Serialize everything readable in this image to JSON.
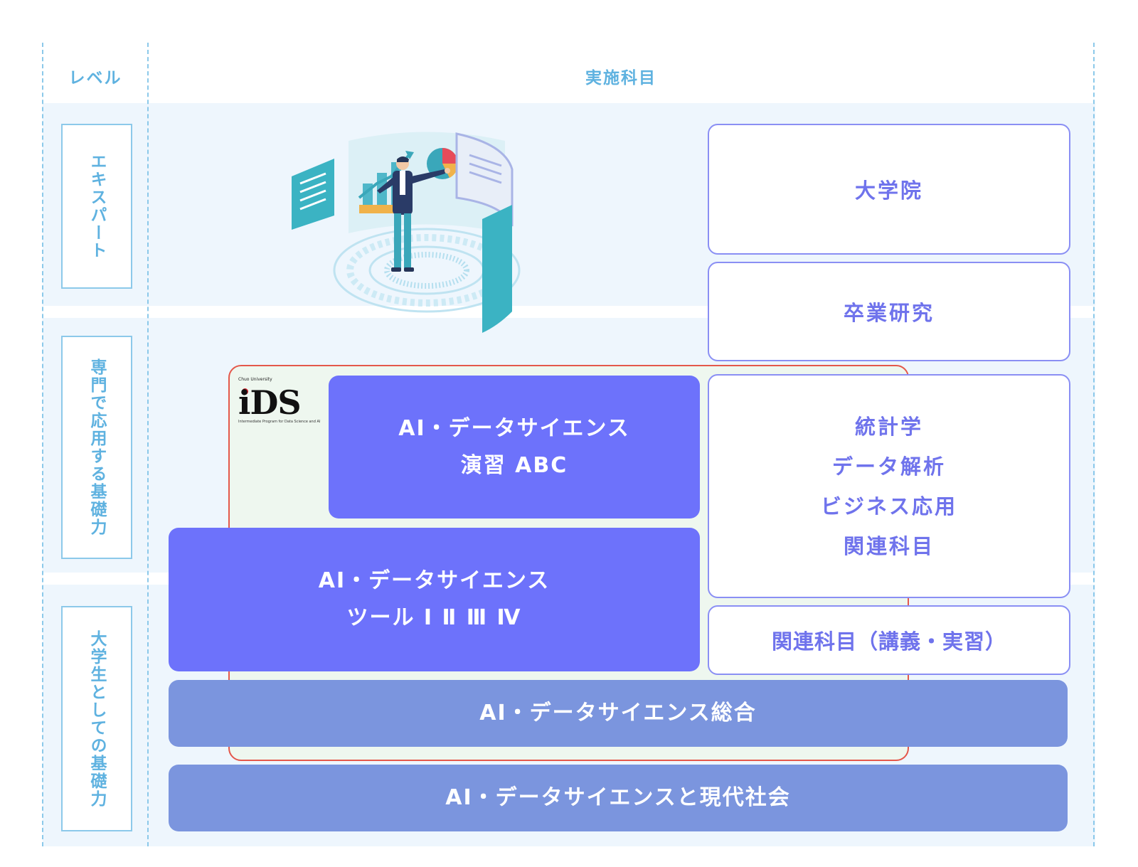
{
  "header": {
    "level_label": "レベル",
    "courses_label": "実施科目"
  },
  "levels": [
    {
      "label": "エキスパート"
    },
    {
      "label": "専門で応用する基礎力"
    },
    {
      "label": "大学生としての基礎力"
    }
  ],
  "ids_logo": {
    "small_text": "Chuo University",
    "text": "iDS",
    "subtitle": "Intermediate Program for Data Science and AI"
  },
  "boxes": {
    "graduate_school": "大学院",
    "graduation_research": "卒業研究",
    "related_courses": [
      "統計学",
      "データ解析",
      "ビジネス応用",
      "関連科目"
    ],
    "related_lecture": "関連科目（講義・実習）",
    "practice": [
      "AI・データサイエンス",
      "演習 ABC"
    ],
    "tools": [
      "AI・データサイエンス",
      "ツール Ⅰ Ⅱ Ⅲ Ⅳ"
    ],
    "general": "AI・データサイエンス総合",
    "society": "AI・データサイエンスと現代社会"
  },
  "colors": {
    "accent_blue": "#5fb2e0",
    "violet_fill": "#6d72fb",
    "steel_fill": "#7b95de",
    "outline": "#8a8ff4",
    "ids_frame": "#e4584b"
  }
}
